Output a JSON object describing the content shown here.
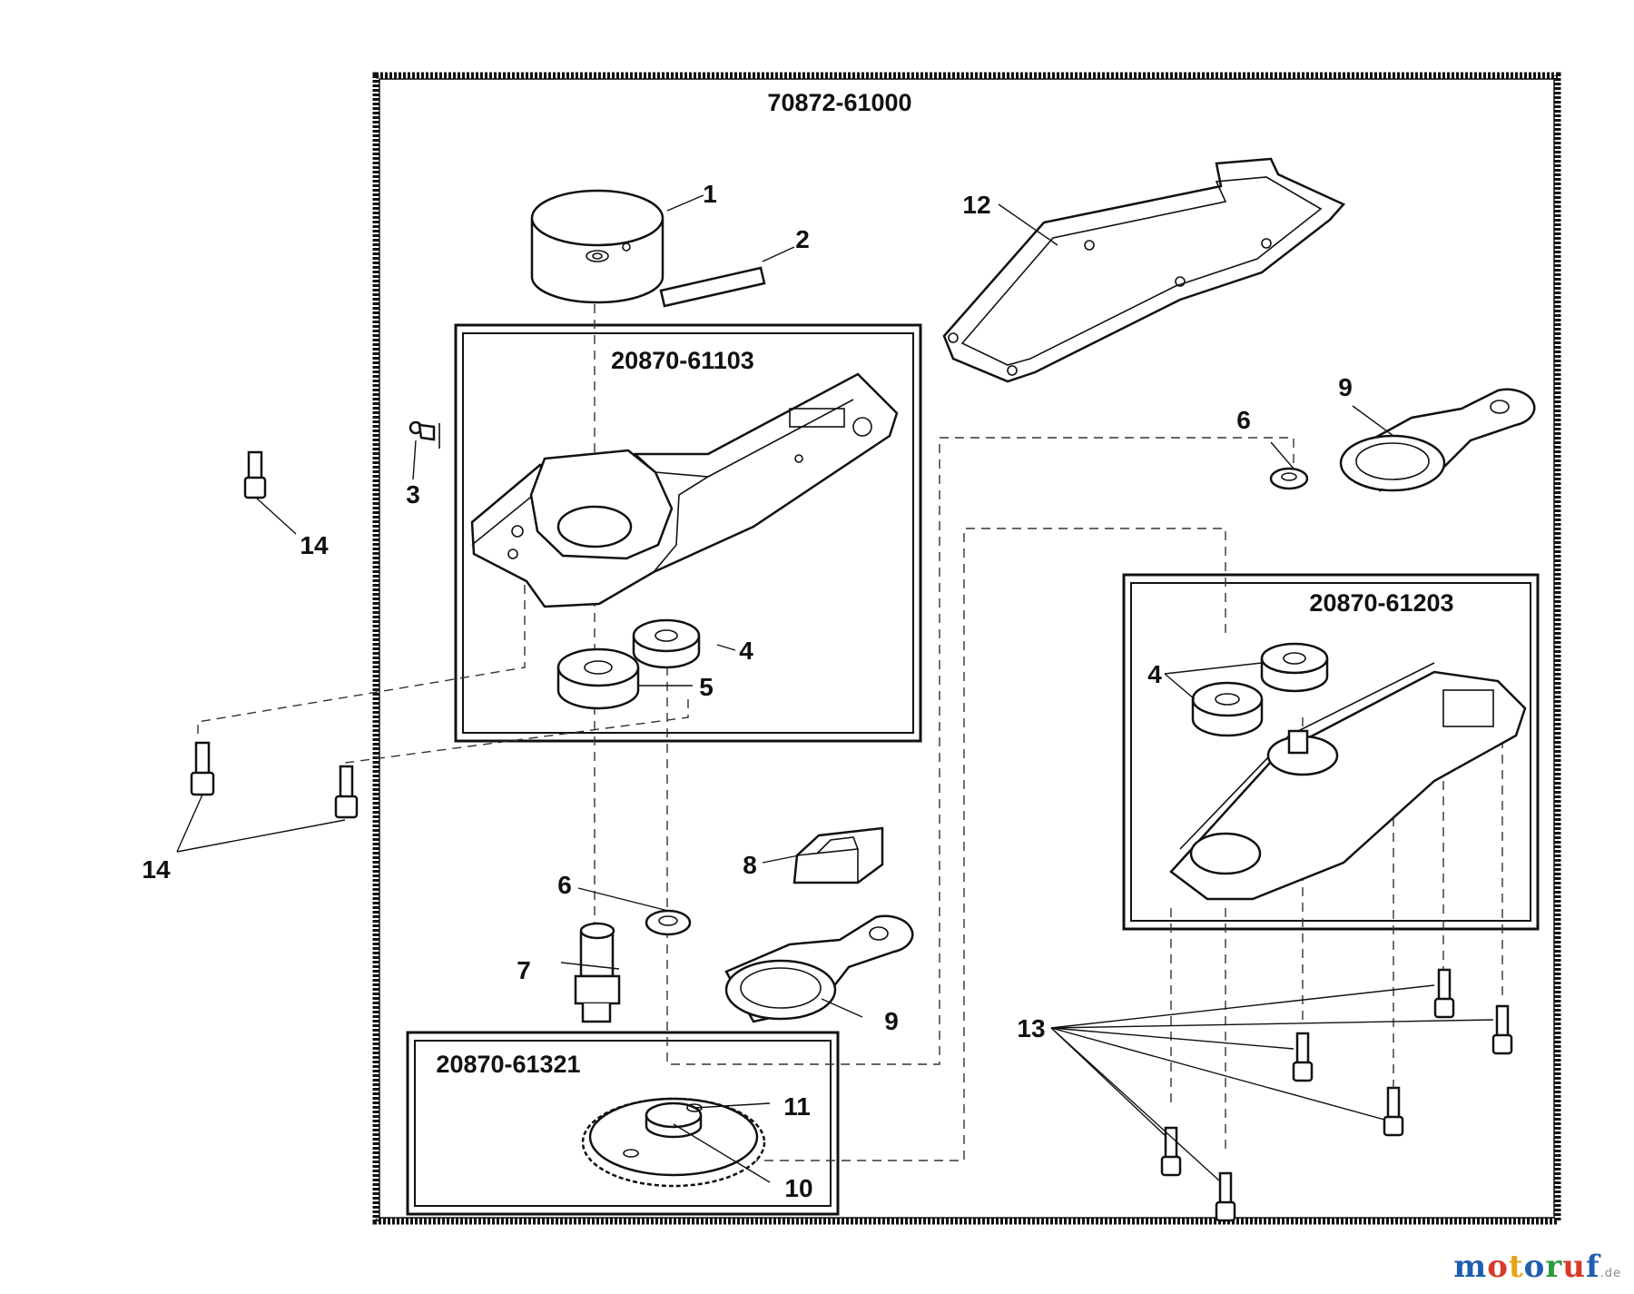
{
  "assembly_code": "70872-61000",
  "subassemblies": [
    {
      "code": "20870-61103"
    },
    {
      "code": "20870-61203"
    },
    {
      "code": "20870-61321"
    }
  ],
  "callouts": [
    "1",
    "2",
    "3",
    "4",
    "5",
    "6",
    "7",
    "8",
    "9",
    "10",
    "11",
    "12",
    "13",
    "14"
  ],
  "watermark": {
    "text": "motoruf",
    "suffix": ".de",
    "letter_colors": [
      "#1f5fb0",
      "#d63a2a",
      "#e8a317",
      "#1f5fb0",
      "#2e9a3e",
      "#d63a2a",
      "#1f5fb0"
    ]
  }
}
